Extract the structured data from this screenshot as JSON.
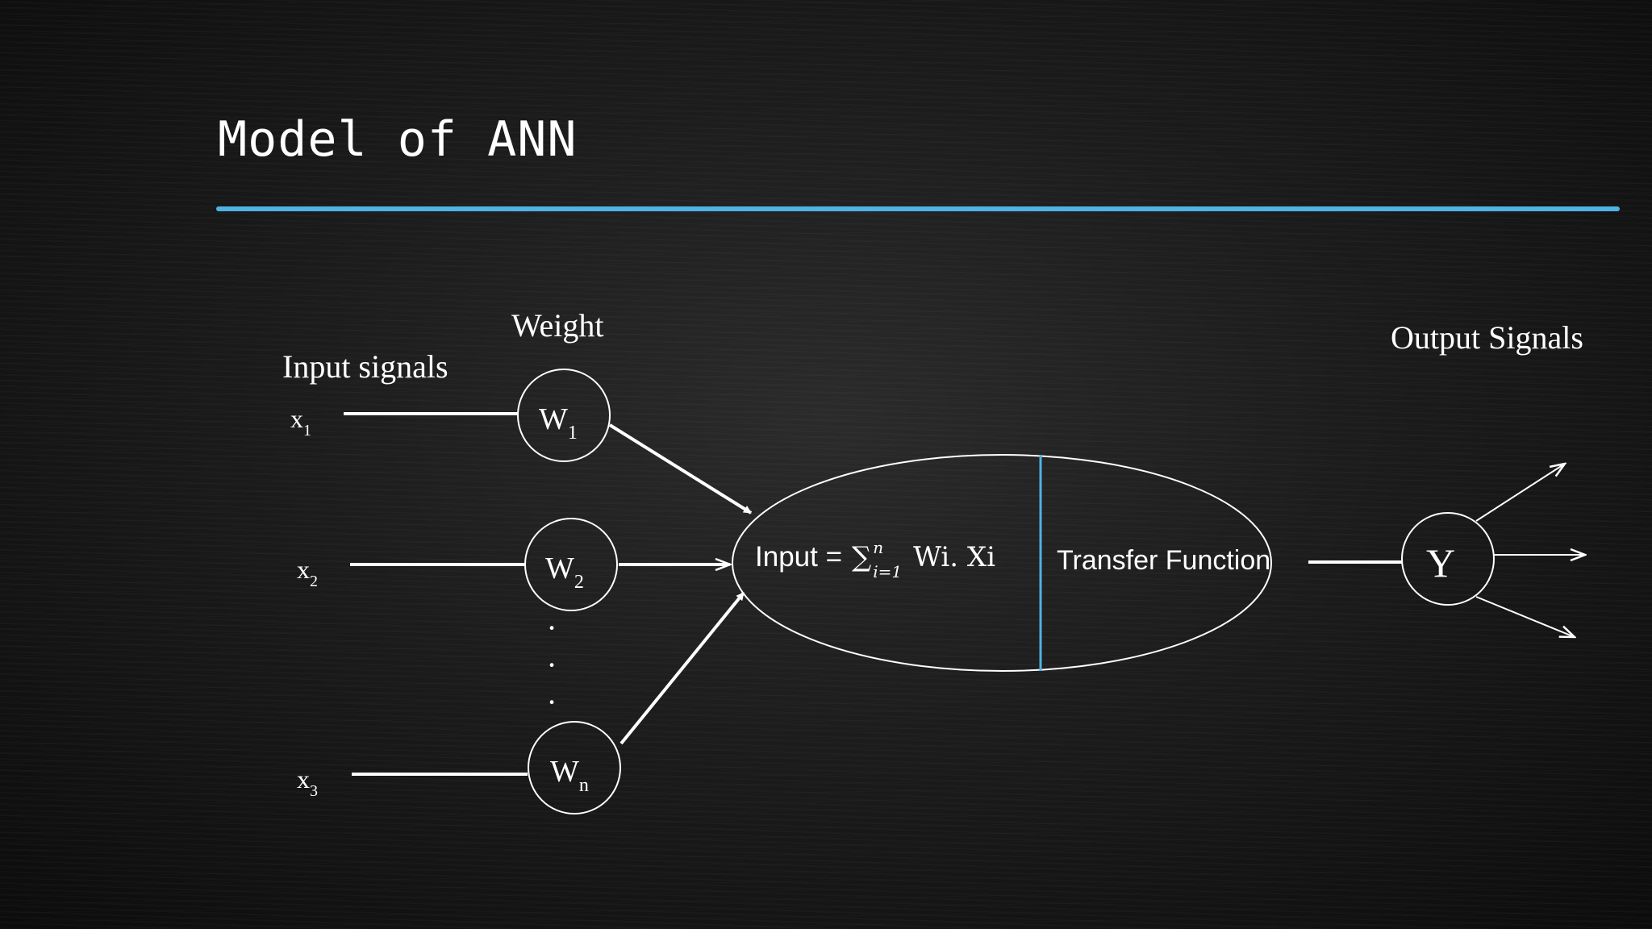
{
  "slide": {
    "title": "Model of ANN",
    "accent_color": "#4fb3e3"
  },
  "diagram": {
    "input_heading": "Input signals",
    "weight_heading": "Weight",
    "output_heading": "Output Signals",
    "inputs": [
      {
        "base": "x",
        "sub": "1"
      },
      {
        "base": "x",
        "sub": "2"
      },
      {
        "base": "x",
        "sub": "3"
      }
    ],
    "weights": [
      {
        "base": "W",
        "sub": "1"
      },
      {
        "base": "W",
        "sub": "2"
      },
      {
        "base": "W",
        "sub": "n"
      }
    ],
    "ellipsis": "·",
    "neuron": {
      "summation_prefix": "Input =",
      "sigma": "∑",
      "sum_upper": "n",
      "sum_lower": "i=1",
      "summation_term": "Wi. Xi",
      "transfer_label": "Transfer Function"
    },
    "output_label": "Y"
  }
}
